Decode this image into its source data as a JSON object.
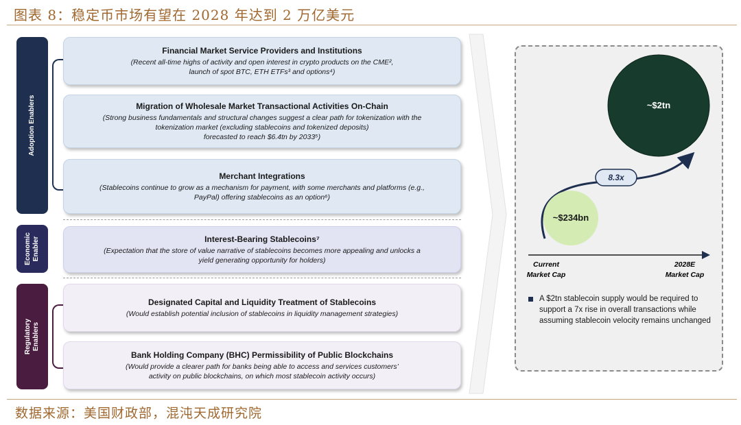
{
  "figure_title": "图表 8：稳定币市场有望在 2028 年达到 2 万亿美元",
  "source": "数据来源：美国财政部，混沌天成研究院",
  "categories": {
    "adoption": "Adoption Enablers",
    "economic_1": "Economic",
    "economic_2": "Enabler",
    "regulatory_1": "Regulatory",
    "regulatory_2": "Enablers"
  },
  "cards": [
    {
      "title": "Financial Market Service Providers and Institutions",
      "desc1": "(Recent all-time highs of activity and open interest in crypto products on the CME²,",
      "desc2": "launch of spot BTC, ETH ETFs³ and options⁴)"
    },
    {
      "title": "Migration of Wholesale Market Transactional Activities On-Chain",
      "desc1": "(Strong business fundamentals and structural changes suggest a clear path for tokenization with the",
      "desc2": "tokenization market (excluding stablecoins and tokenized deposits)",
      "desc3": "forecasted to reach $6.4tn by 2033⁵)"
    },
    {
      "title": "Merchant Integrations",
      "desc1": "(Stablecoins continue to grow as a mechanism for payment, with some merchants and platforms (e.g.,",
      "desc2": "PayPal) offering stablecoins as an option⁶)"
    },
    {
      "title": "Interest-Bearing Stablecoins⁷",
      "desc1": "(Expectation that the store of value narrative of stablecoins becomes more appealing and unlocks a",
      "desc2": "yield generating opportunity for holders)"
    },
    {
      "title": "Designated Capital and Liquidity Treatment of Stablecoins",
      "desc1": "(Would establish potential inclusion of stablecoins in liquidity management strategies)"
    },
    {
      "title": "Bank Holding Company (BHC) Permissibility of Public Blockchains",
      "desc1": "(Would provide a clearer path for banks being able to access and services customers’",
      "desc2": "activity on public blockchains, on which most stablecoin activity occurs)"
    }
  ],
  "chart": {
    "small_value": "~$234bn",
    "large_value": "~$2tn",
    "multiplier": "8.3x",
    "x_left_1": "Current",
    "x_left_2": "Market Cap",
    "x_right_1": "2028E",
    "x_right_2": "Market Cap",
    "small_color": "#d4ecb4",
    "large_color": "#173b2c"
  },
  "bullet": "A $2tn stablecoin supply would be required to support a 7x rise in overall transactions while assuming stablecoin velocity remains unchanged"
}
